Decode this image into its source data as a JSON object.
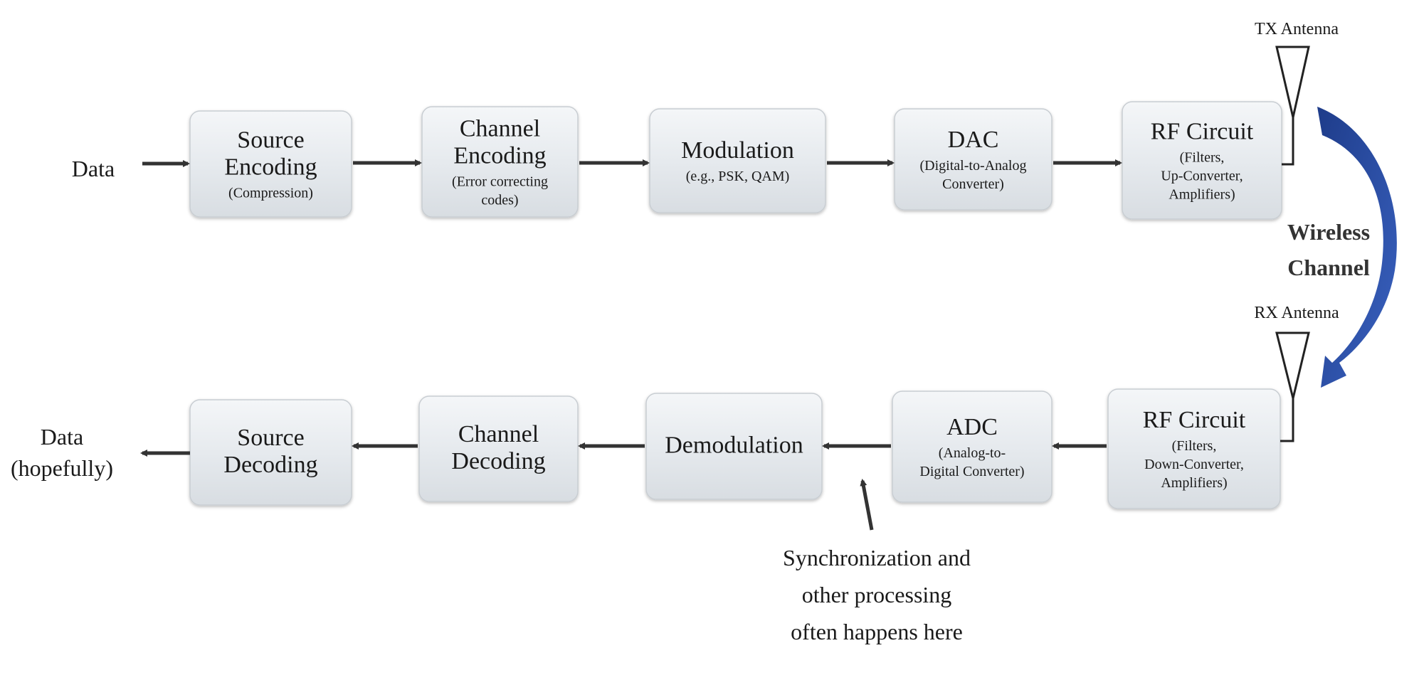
{
  "input_label": [
    "Data"
  ],
  "output_label": [
    "Data",
    "(hopefully)"
  ],
  "tx_blocks": [
    {
      "title": [
        "Source",
        "Encoding"
      ],
      "sub": [
        "(Compression)"
      ]
    },
    {
      "title": [
        "Channel",
        "Encoding"
      ],
      "sub": [
        "(Error correcting",
        "codes)"
      ]
    },
    {
      "title": [
        "Modulation"
      ],
      "sub": [
        "(e.g., PSK, QAM)"
      ]
    },
    {
      "title": [
        "DAC"
      ],
      "sub": [
        "(Digital-to-Analog",
        "Converter)"
      ]
    },
    {
      "title": [
        "RF Circuit"
      ],
      "sub": [
        "(Filters,",
        "Up-Converter,",
        "Amplifiers)"
      ]
    }
  ],
  "rx_blocks": [
    {
      "title": [
        "Source",
        "Decoding"
      ],
      "sub": []
    },
    {
      "title": [
        "Channel",
        "Decoding"
      ],
      "sub": []
    },
    {
      "title": [
        "Demodulation"
      ],
      "sub": []
    },
    {
      "title": [
        "ADC"
      ],
      "sub": [
        "(Analog-to-",
        "Digital Converter)"
      ]
    },
    {
      "title": [
        "RF Circuit"
      ],
      "sub": [
        "(Filters,",
        "Down-Converter,",
        "Amplifiers)"
      ]
    }
  ],
  "tx_antenna_label": "TX Antenna",
  "rx_antenna_label": "RX Antenna",
  "channel_label": [
    "Wireless",
    "Channel"
  ],
  "sync_note": [
    "Synchronization and",
    "other processing",
    "often happens here"
  ],
  "colors": {
    "box_fill": "#e4e8ec",
    "arrow": "#333333",
    "channel_arrow": "#2a4a9a"
  }
}
